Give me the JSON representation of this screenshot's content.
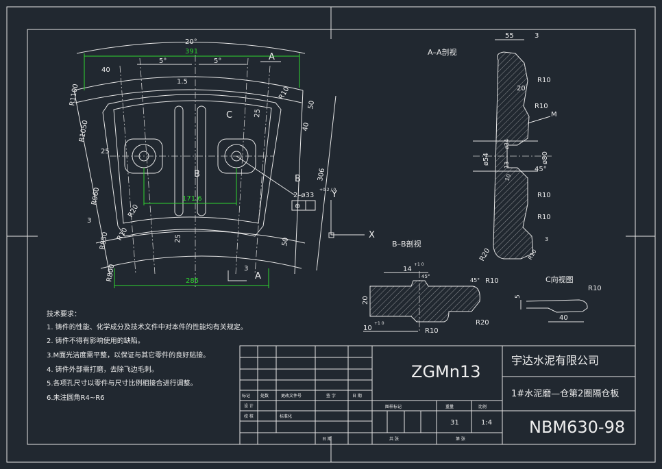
{
  "plan": {
    "dims": {
      "angle_top": "20°",
      "width_391": "391",
      "dim_40": "40",
      "angle_5a": "5°",
      "angle_5b": "5°",
      "dim_1_5": "1.5",
      "r1100": "R1100",
      "r1050": "R1050",
      "r960": "R960",
      "r850": "R850",
      "r800": "R800",
      "dim_25a": "25",
      "dim_25b": "25",
      "dim_25c": "25",
      "dim_3a": "3",
      "dim_3b": "3",
      "r20": "R20",
      "r10a": "R10",
      "r10b": "R10",
      "dim_50a": "50",
      "dim_40b": "40",
      "dim_306": "306",
      "dim_50b": "50",
      "dim_171": "171.6",
      "dim_285": "285",
      "holes": "2–ø33",
      "holes_tol": "+0.2 / 0"
    },
    "labels": {
      "a_top": "A",
      "a_bottom": "A",
      "b_left": "B",
      "b_right": "B",
      "c": "C"
    },
    "axis": {
      "y": "Y",
      "x": "X"
    }
  },
  "section_aa": {
    "title": "A–A剖视",
    "dims": {
      "d55": "55",
      "d3": "3",
      "r10_1": "R10",
      "d20": "20",
      "r10_2": "R10",
      "m": "M",
      "d34": "ø34",
      "d54": "ø54",
      "d80": "ø80",
      "d13": "13",
      "deg45": "45°",
      "d10": "10",
      "r10_3": "R10",
      "r10_4": "R10",
      "r20": "R20",
      "r10_5": "R10",
      "d3b": "3"
    }
  },
  "section_bb": {
    "title": "B–B剖视",
    "dims": {
      "d14": "14",
      "d14_tol": "+1 0",
      "deg45a": "45°",
      "deg45b": "45°",
      "r10a": "R10",
      "d20": "20",
      "r20": "R20",
      "d10": "10",
      "d10_tol": "+1 0",
      "r10b": "R10"
    }
  },
  "view_c": {
    "title": "C向视图",
    "dims": {
      "r10": "R10",
      "d5": "5",
      "d40": "40"
    }
  },
  "notes": {
    "title": "技术要求：",
    "items": [
      "1. 铸件的性能、化学成分及技术文件中对本件的性能均有关规定。",
      "2. 铸件不得有影响使用的缺陷。",
      "3.M面光洁度需平整，以保证与其它零件的良好贴接。",
      "4. 铸件外部需打磨，去除飞边毛刺。",
      "5.各项孔尺寸以零件与尺寸比例相接合进行调整。",
      "6.未注圆角R4~R6"
    ]
  },
  "title_block": {
    "material": "ZGMn13",
    "company": "宇达水泥有限公司",
    "part_name": "1#水泥磨—仓第2圈隔仓板",
    "drawing_no": "NBM630-98",
    "weight_label": "重量",
    "scale_label": "比例",
    "weight": "31",
    "scale": "1:4",
    "mark_label": "图样标记",
    "total_label": "共  张",
    "sheet_label": "第  张",
    "rev_labels": [
      "标记",
      "处数",
      "更改文件号",
      "签 字",
      "日 期"
    ],
    "designer": "设 计",
    "checker": "校 核",
    "std": "标准化",
    "date_label": "日 期"
  }
}
